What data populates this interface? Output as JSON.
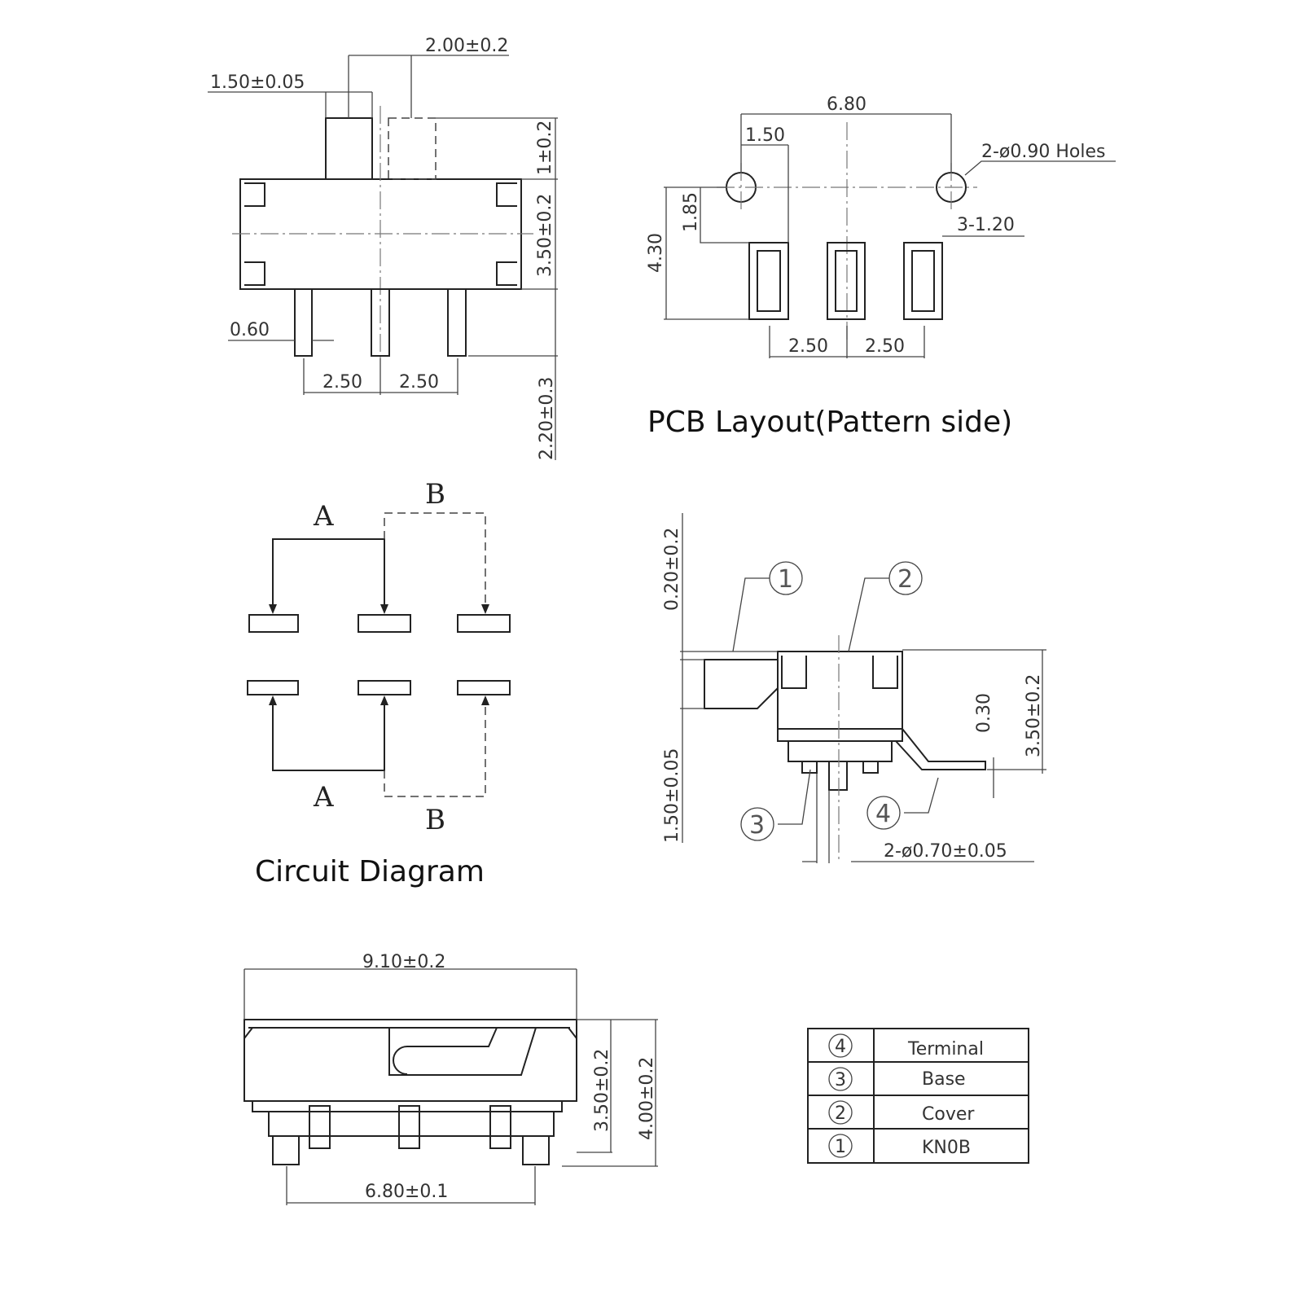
{
  "top_view": {
    "knob_width": "1.50±0.05",
    "travel": "2.00±0.2",
    "knob_height": "1±0.2",
    "body_height": "3.50±0.2",
    "pin_width": "0.60",
    "pitch_1": "2.50",
    "pitch_2": "2.50",
    "pin_length": "2.20±0.3"
  },
  "pcb": {
    "span": "6.80",
    "offset": "1.50",
    "holes": "2-ø0.90 Holes",
    "hole_offset": "1.85",
    "total": "4.30",
    "pads": "3-1.20",
    "pitch_1": "2.50",
    "pitch_2": "2.50",
    "title": "PCB Layout(Pattern side)"
  },
  "circuit": {
    "a_top": "A",
    "b_top": "B",
    "a_bottom": "A",
    "b_bottom": "B",
    "title": "Circuit Diagram"
  },
  "side_view": {
    "knob_top": "0.20±0.2",
    "callout_1": "1",
    "callout_2": "2",
    "callout_3": "3",
    "callout_4": "4",
    "terminal_offset": "0.30",
    "height": "3.50±0.2",
    "knob": "1.50±0.05",
    "pins": "2-ø0.70±0.05"
  },
  "bottom_view": {
    "width": "9.10±0.2",
    "height": "3.50±0.2",
    "total_height": "4.00±0.2",
    "pin_span": "6.80±0.1"
  },
  "parts_table": [
    {
      "num": "4",
      "name": "Terminal"
    },
    {
      "num": "3",
      "name": "Base"
    },
    {
      "num": "2",
      "name": "Cover"
    },
    {
      "num": "1",
      "name": "KN0B"
    }
  ]
}
